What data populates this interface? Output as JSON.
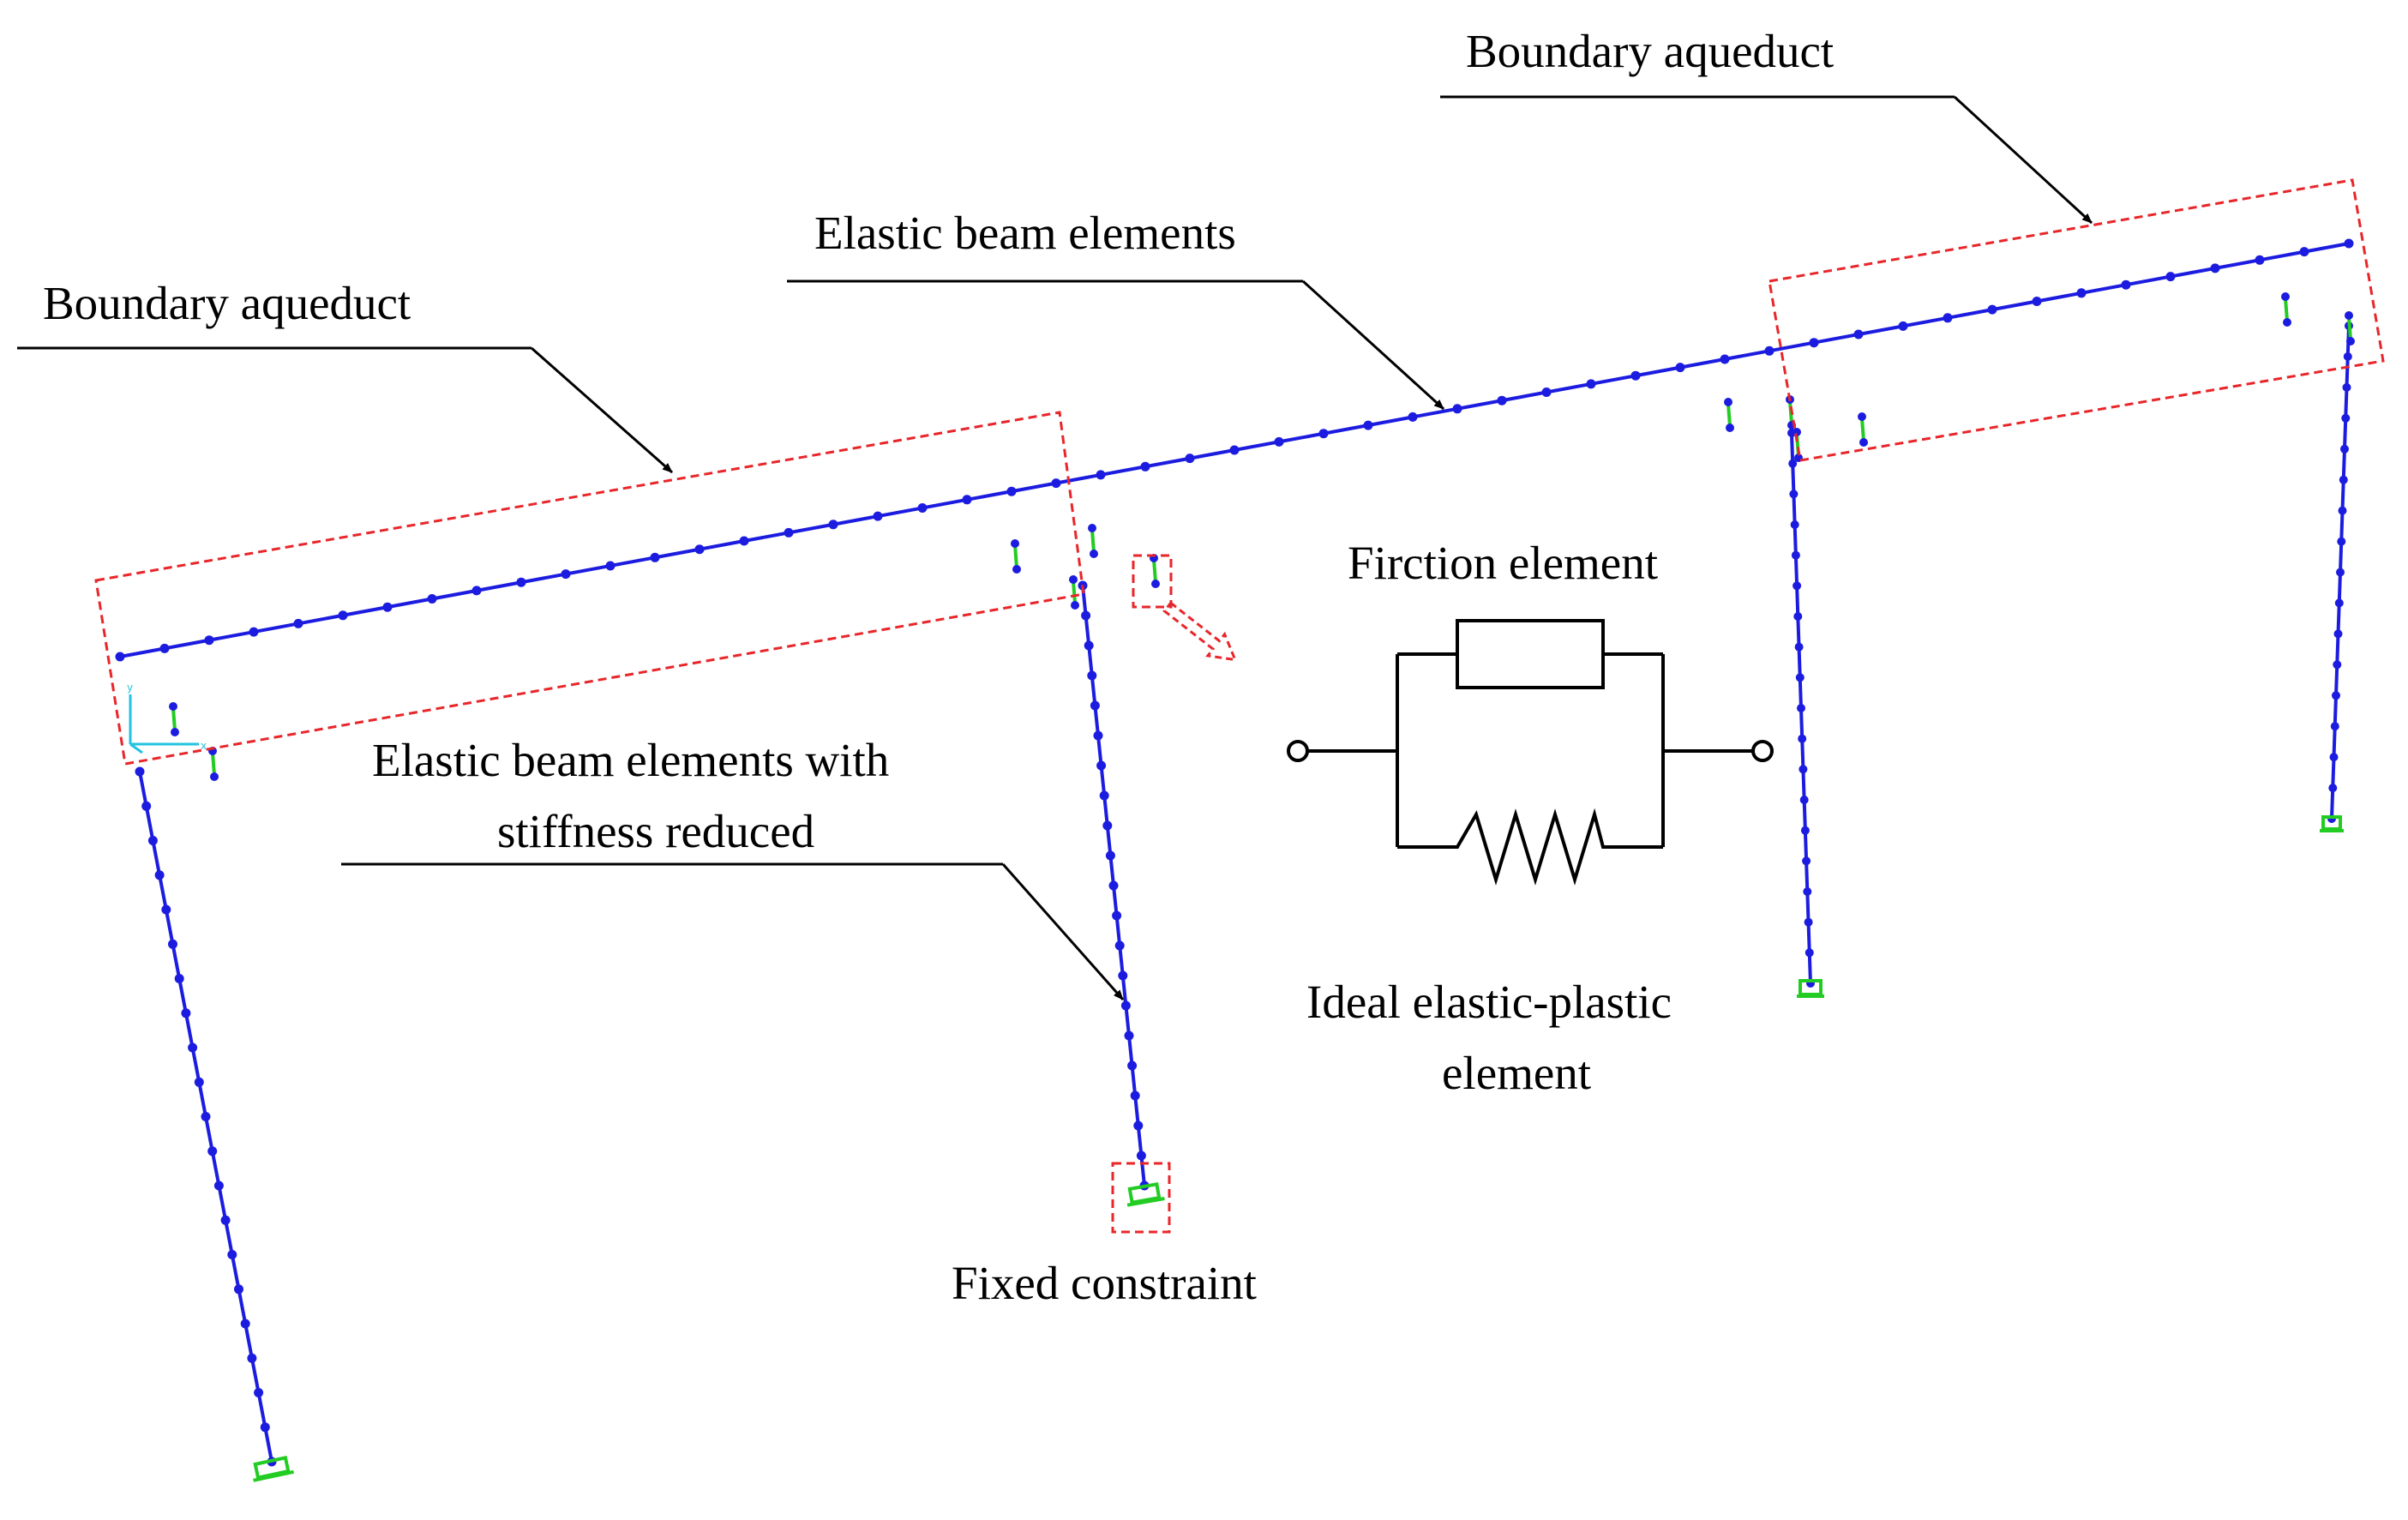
{
  "labels": {
    "boundary_left": "Boundary  aqueduct",
    "boundary_right": "Boundary  aqueduct",
    "elastic_beam": "Elastic beam elements",
    "reduced_line1": "Elastic beam elements with",
    "reduced_line2": "stiffness reduced",
    "friction": "Firction element",
    "elastoplastic_line1": "Ideal elastic-plastic",
    "elastoplastic_line2": "element",
    "fixed": "Fixed constraint"
  },
  "colors": {
    "member": "#1c1ce0",
    "bearing": "#22cc22",
    "highlight": "#e8262a",
    "axis_triad": "#22c3e0"
  }
}
